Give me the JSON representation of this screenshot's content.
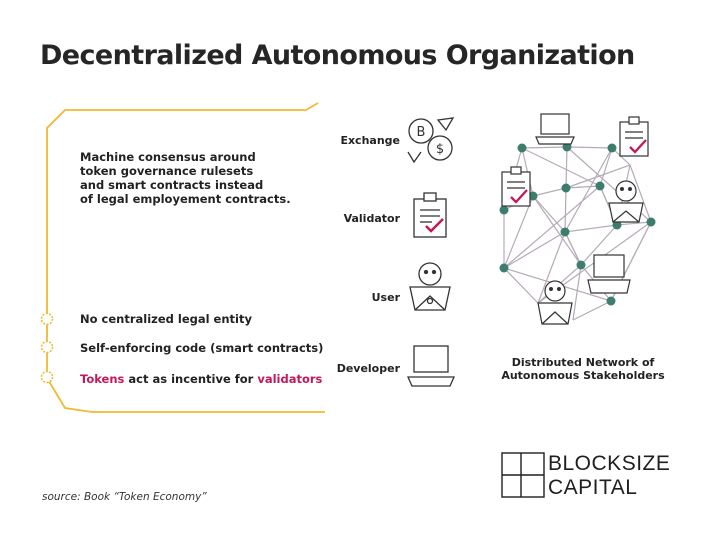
{
  "title": "Decentralized Autonomous Organization",
  "left_panel": {
    "paragraph_lines": [
      "Machine consensus around",
      "token governance rulesets",
      "and smart contracts instead",
      "of legal employement contracts."
    ],
    "bullets": [
      {
        "text": "No centralized legal entity"
      },
      {
        "text": "Self-enforcing code (smart contracts)"
      },
      {
        "prefix": "Tokens",
        "middle": " act as incentive for ",
        "suffix": "validators"
      }
    ]
  },
  "roles": [
    {
      "label": "Exchange",
      "icon": "crypto-exchange-icon"
    },
    {
      "label": "Validator",
      "icon": "clipboard-check-icon"
    },
    {
      "label": "User",
      "icon": "user-robot-icon"
    },
    {
      "label": "Developer",
      "icon": "laptop-icon"
    }
  ],
  "network_caption": [
    "Distributed Network of",
    "Autonomous Stakeholders"
  ],
  "source": "source: Book “Token Economy”",
  "logo": {
    "line1": "BLOCKSIZE",
    "line2": "CAPITAL"
  },
  "colors": {
    "accent_gold": "#f2b933",
    "pink": "#c2185b",
    "network_line": "#b5aab7",
    "node": "#3d7d6e"
  }
}
